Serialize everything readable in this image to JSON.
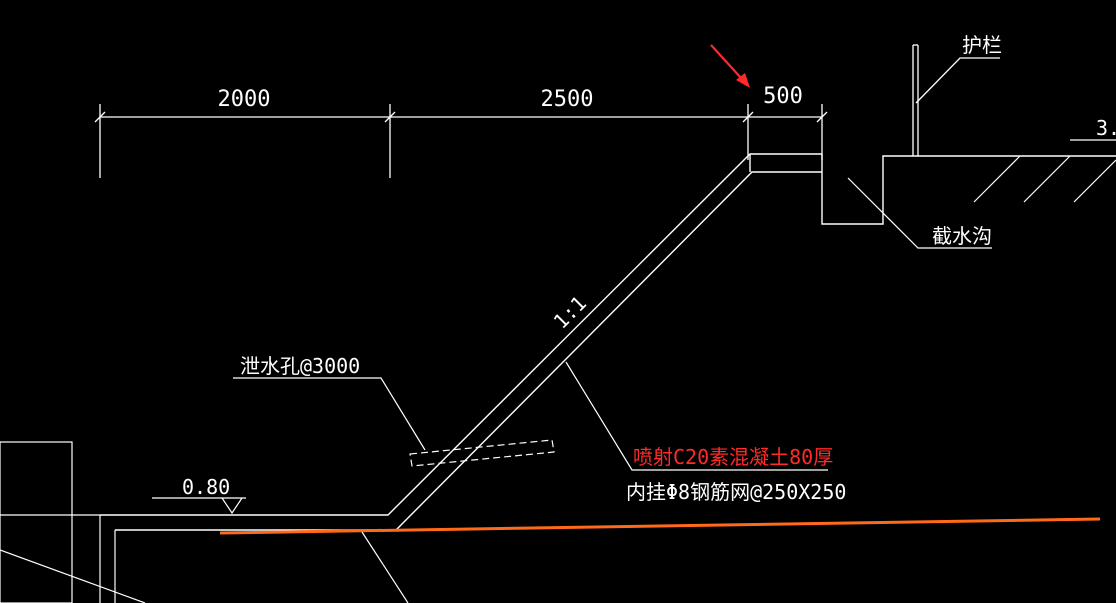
{
  "dimensions": {
    "d1": "2000",
    "d2": "2500",
    "d3": "500"
  },
  "labels": {
    "railing": "护栏",
    "cutoff_ditch": "截水沟",
    "slope_ratio": "1:1",
    "weep_hole": "泄水孔@3000",
    "shotcrete": "喷射C20素混凝土80厚",
    "mesh": "内挂Φ8钢筋网@250X250",
    "elevation": "0.80",
    "edge_value": "3."
  },
  "colors": {
    "background": "#000000",
    "lines": "#ffffff",
    "ground_line": "#ff6a1a",
    "highlight_text": "#ff2a2a",
    "arrow": "#ff2a2a"
  }
}
